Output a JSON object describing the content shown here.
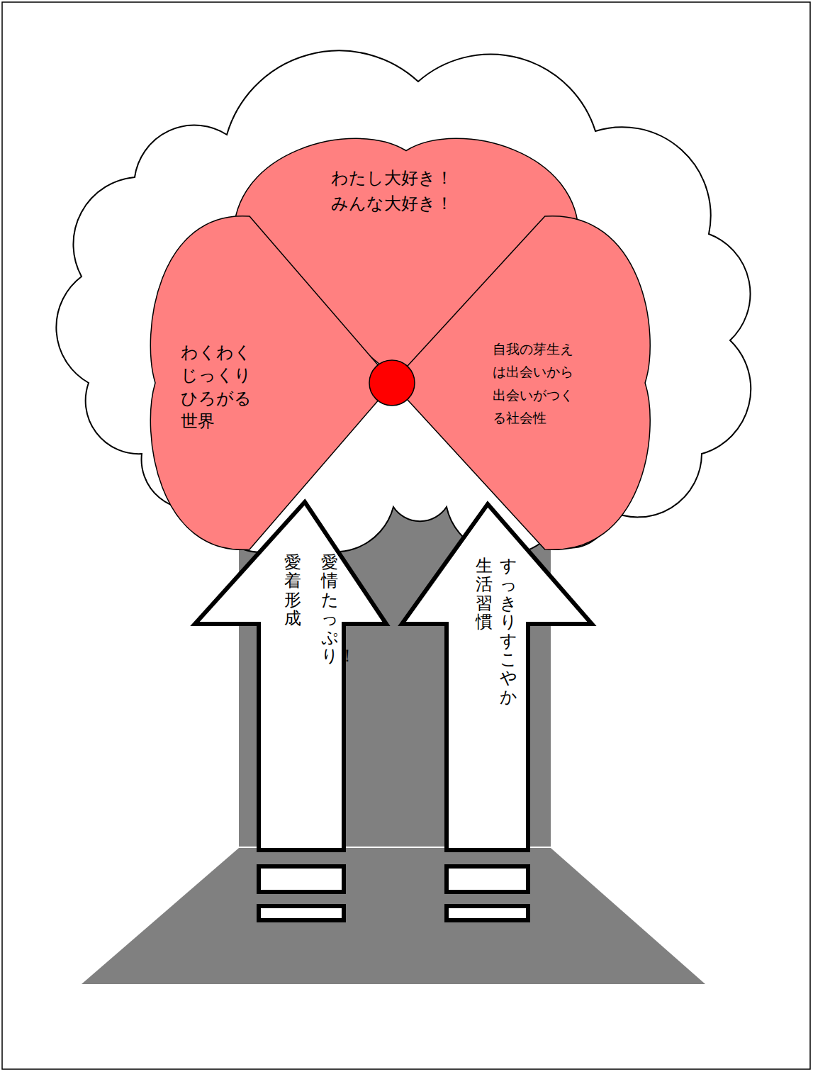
{
  "diagram": {
    "nodes": [
      {
        "text": [
          "わたし大好き！ みんな大好き！"
        ]
      },
      {
        "text": [
          "わくわく じっくり ひろがる 世界"
        ]
      },
      {
        "text": [
          "自我の芽生え は出会いから 出会いがつく る社会性"
        ]
      },
      {
        "text": [
          "愛情たっぷり！ 愛着形成"
        ]
      },
      {
        "text": [
          "すっきりすこやか 生活習慣"
        ]
      }
    ]
  }
}
